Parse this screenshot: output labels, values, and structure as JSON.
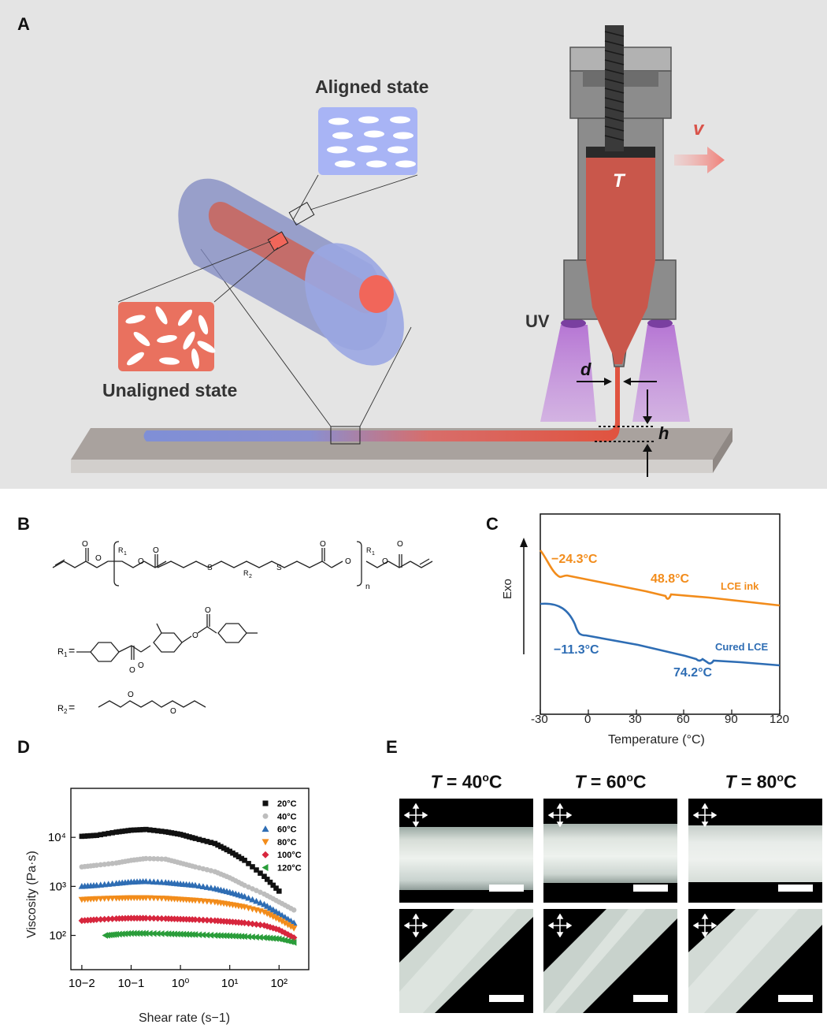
{
  "panel_labels": {
    "a": "A",
    "b": "B",
    "c": "C",
    "d": "D",
    "e": "E"
  },
  "panel_a": {
    "aligned_label": "Aligned state",
    "unaligned_label": "Unaligned state",
    "uv_label": "UV",
    "velocity_label": "v",
    "temperature_label": "T",
    "diameter_label": "d",
    "height_label": "h"
  },
  "panel_b": {
    "r1_label": "R",
    "r1_sub": "1",
    "r2_label": "R",
    "r2_sub": "2",
    "equals": "=",
    "repeat_n": "n",
    "oxygen": "O",
    "sulfur": "S"
  },
  "panel_c": {
    "ylabel": "Exo",
    "xlabel": "Temperature (°C)",
    "xticks": [
      "-30",
      "0",
      "30",
      "60",
      "90",
      "120"
    ],
    "series": [
      {
        "name": "LCE ink",
        "color": "#f28c1b",
        "annotations": [
          "−24.3°C",
          "48.8°C"
        ]
      },
      {
        "name": "Cured LCE",
        "color": "#2e6db4",
        "annotations": [
          "−11.3°C",
          "74.2°C"
        ]
      }
    ]
  },
  "chart_data": {
    "type": "scatter",
    "xlabel": "Shear rate (s−1)",
    "ylabel": "Viscosity (Pa·s)",
    "xscale": "log",
    "yscale": "log",
    "xlim": [
      0.006,
      400
    ],
    "ylim": [
      20,
      100000
    ],
    "xticks": [
      "10−2",
      "10−1",
      "10⁰",
      "10¹",
      "10²"
    ],
    "yticks": [
      "10²",
      "10³",
      "10⁴"
    ],
    "legend_position": "top-right",
    "series": [
      {
        "name": "20°C",
        "color": "#111111",
        "marker": "square",
        "x": [
          0.01,
          0.02,
          0.05,
          0.1,
          0.2,
          0.5,
          1,
          2,
          5,
          10,
          20,
          50,
          100
        ],
        "y": [
          10500,
          11000,
          12800,
          14000,
          14500,
          13000,
          11500,
          9500,
          7500,
          5200,
          3400,
          1600,
          800
        ]
      },
      {
        "name": "40°C",
        "color": "#bdbdbd",
        "marker": "circle",
        "x": [
          0.01,
          0.02,
          0.05,
          0.1,
          0.2,
          0.5,
          1,
          2,
          5,
          10,
          20,
          50,
          100,
          200
        ],
        "y": [
          2500,
          2700,
          3000,
          3400,
          3700,
          3600,
          3000,
          2500,
          2000,
          1500,
          1050,
          700,
          480,
          330
        ]
      },
      {
        "name": "60°C",
        "color": "#2e6db4",
        "marker": "triangle-up",
        "x": [
          0.01,
          0.02,
          0.05,
          0.1,
          0.2,
          0.5,
          1,
          2,
          5,
          10,
          20,
          50,
          100,
          200
        ],
        "y": [
          1000,
          1050,
          1150,
          1230,
          1260,
          1200,
          1120,
          1050,
          900,
          760,
          620,
          430,
          280,
          180
        ]
      },
      {
        "name": "80°C",
        "color": "#f28c1b",
        "marker": "triangle-down",
        "x": [
          0.01,
          0.02,
          0.05,
          0.1,
          0.2,
          0.5,
          1,
          2,
          5,
          10,
          20,
          50,
          100,
          200
        ],
        "y": [
          540,
          560,
          575,
          585,
          585,
          570,
          545,
          520,
          480,
          430,
          380,
          300,
          210,
          140
        ]
      },
      {
        "name": "100°C",
        "color": "#d7263d",
        "marker": "diamond",
        "x": [
          0.01,
          0.02,
          0.05,
          0.1,
          0.2,
          0.5,
          1,
          2,
          5,
          10,
          20,
          50,
          100,
          200
        ],
        "y": [
          200,
          210,
          220,
          225,
          225,
          220,
          215,
          210,
          200,
          190,
          180,
          160,
          130,
          90
        ]
      },
      {
        "name": "120°C",
        "color": "#2a9d3a",
        "marker": "triangle-left",
        "x": [
          0.03,
          0.05,
          0.1,
          0.2,
          0.5,
          1,
          2,
          5,
          10,
          20,
          50,
          100,
          200
        ],
        "y": [
          100,
          105,
          110,
          110,
          108,
          106,
          104,
          100,
          98,
          95,
          90,
          85,
          72
        ]
      }
    ]
  },
  "panel_e": {
    "titles": [
      {
        "t": "T",
        "rest": " = 40",
        "sup": "o",
        "unit": "C"
      },
      {
        "t": "T",
        "rest": " = 60",
        "sup": "o",
        "unit": "C"
      },
      {
        "t": "T",
        "rest": " = 80",
        "sup": "o",
        "unit": "C"
      }
    ]
  }
}
